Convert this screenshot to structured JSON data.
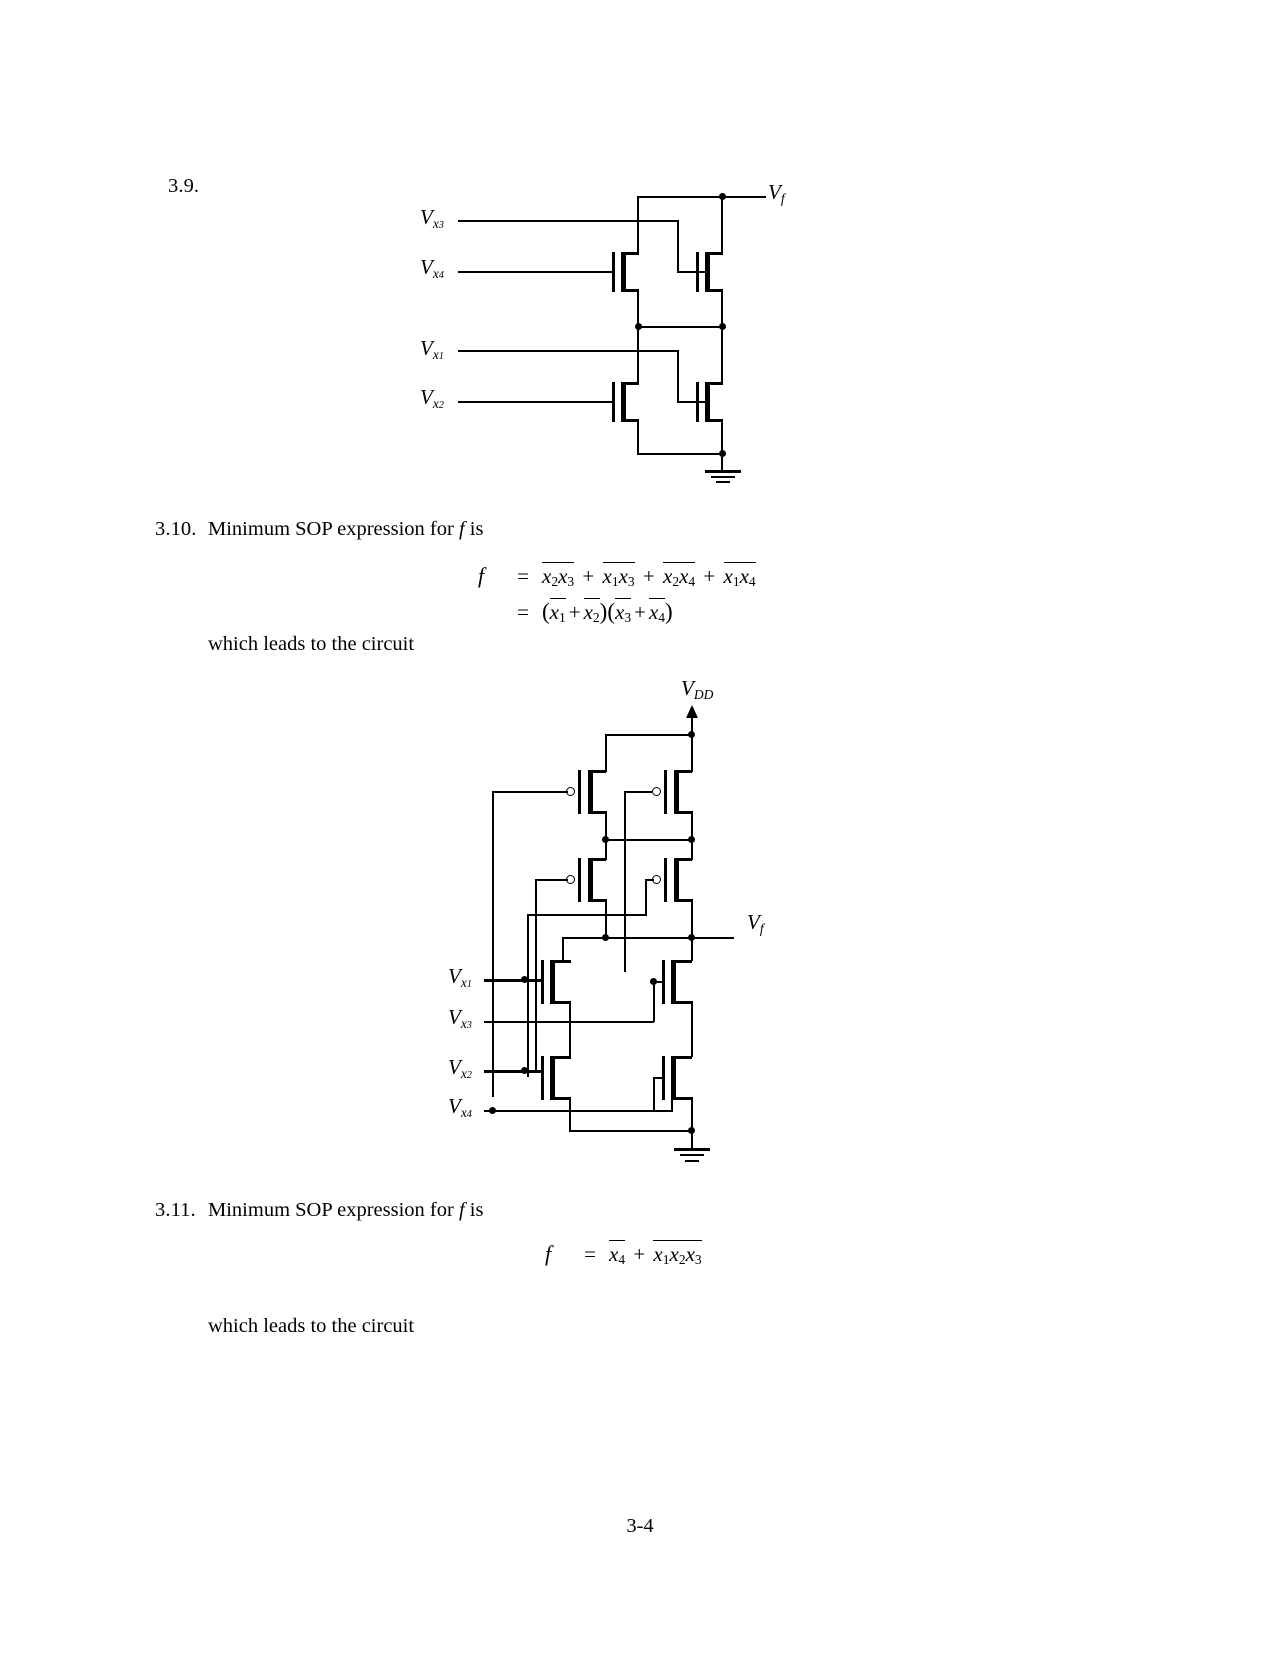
{
  "page": {
    "number": "3-4"
  },
  "problems": [
    {
      "id": "3.9.",
      "number_label": "3.9.",
      "body": "",
      "circuit": {
        "name": "nmos-series-parallel-network",
        "output_label": {
          "v": "V",
          "sub": "f"
        },
        "inputs": [
          {
            "v": "V",
            "sub": "x3"
          },
          {
            "v": "V",
            "sub": "x4"
          },
          {
            "v": "V",
            "sub": "x1"
          },
          {
            "v": "V",
            "sub": "x2"
          }
        ],
        "ground": "ground-symbol"
      }
    },
    {
      "id": "3.10.",
      "number_label": "3.10.",
      "body": "Minimum SOP expression for",
      "body_var": "f",
      "body_tail": "is",
      "equations": [
        {
          "lhs": "f",
          "rel": "=",
          "terms": [
            {
              "kind": "prod",
              "vars": [
                {
                  "base": "x",
                  "sub": "2",
                  "bar": true
                },
                {
                  "base": "x",
                  "sub": "3",
                  "bar": true
                }
              ]
            },
            {
              "kind": "op",
              "text": "+"
            },
            {
              "kind": "prod",
              "vars": [
                {
                  "base": "x",
                  "sub": "1",
                  "bar": true
                },
                {
                  "base": "x",
                  "sub": "3",
                  "bar": true
                }
              ]
            },
            {
              "kind": "op",
              "text": "+"
            },
            {
              "kind": "prod",
              "vars": [
                {
                  "base": "x",
                  "sub": "2",
                  "bar": true
                },
                {
                  "base": "x",
                  "sub": "4",
                  "bar": true
                }
              ]
            },
            {
              "kind": "op",
              "text": "+"
            },
            {
              "kind": "prod",
              "vars": [
                {
                  "base": "x",
                  "sub": "1",
                  "bar": true
                },
                {
                  "base": "x",
                  "sub": "4",
                  "bar": true
                }
              ]
            }
          ],
          "plain": "f = x2' x3' + x1' x3' + x2' x4' + x1' x4'"
        },
        {
          "lhs": "",
          "rel": "=",
          "plain": "= ( x1' + x2' )( x3' + x4' )"
        }
      ],
      "lead_text": "which leads to the circuit",
      "circuit": {
        "name": "cmos-aoi-circuit",
        "supply_label": {
          "v": "V",
          "sub": "DD"
        },
        "output_label": {
          "v": "V",
          "sub": "f"
        },
        "inputs": [
          {
            "v": "V",
            "sub": "x1"
          },
          {
            "v": "V",
            "sub": "x3"
          },
          {
            "v": "V",
            "sub": "x2"
          },
          {
            "v": "V",
            "sub": "x4"
          }
        ],
        "ground": "ground-symbol"
      }
    },
    {
      "id": "3.11.",
      "number_label": "3.11.",
      "body": "Minimum SOP expression for",
      "body_var": "f",
      "body_tail": "is",
      "equations": [
        {
          "lhs": "f",
          "rel": "=",
          "plain": "f = x4' + x1' x2' x3'"
        }
      ],
      "lead_text": "which leads to the circuit"
    }
  ],
  "strings": {
    "minimum_sop_prefix": "Minimum SOP expression for",
    "italic_f": "f",
    "is_suffix": "is",
    "which_leads": "which leads to the circuit",
    "eq_sign": "=",
    "plus": "+",
    "lparen": "(",
    "rparen": ")",
    "v": "V",
    "x": "x",
    "sub_f": "f",
    "sub_dd": "DD",
    "sub_1": "1",
    "sub_2": "2",
    "sub_3": "3",
    "sub_4": "4",
    "q39": "3.9.",
    "q310": "3.10.",
    "q311": "3.11."
  },
  "colors": {
    "ink": "#000000",
    "paper": "#ffffff"
  }
}
